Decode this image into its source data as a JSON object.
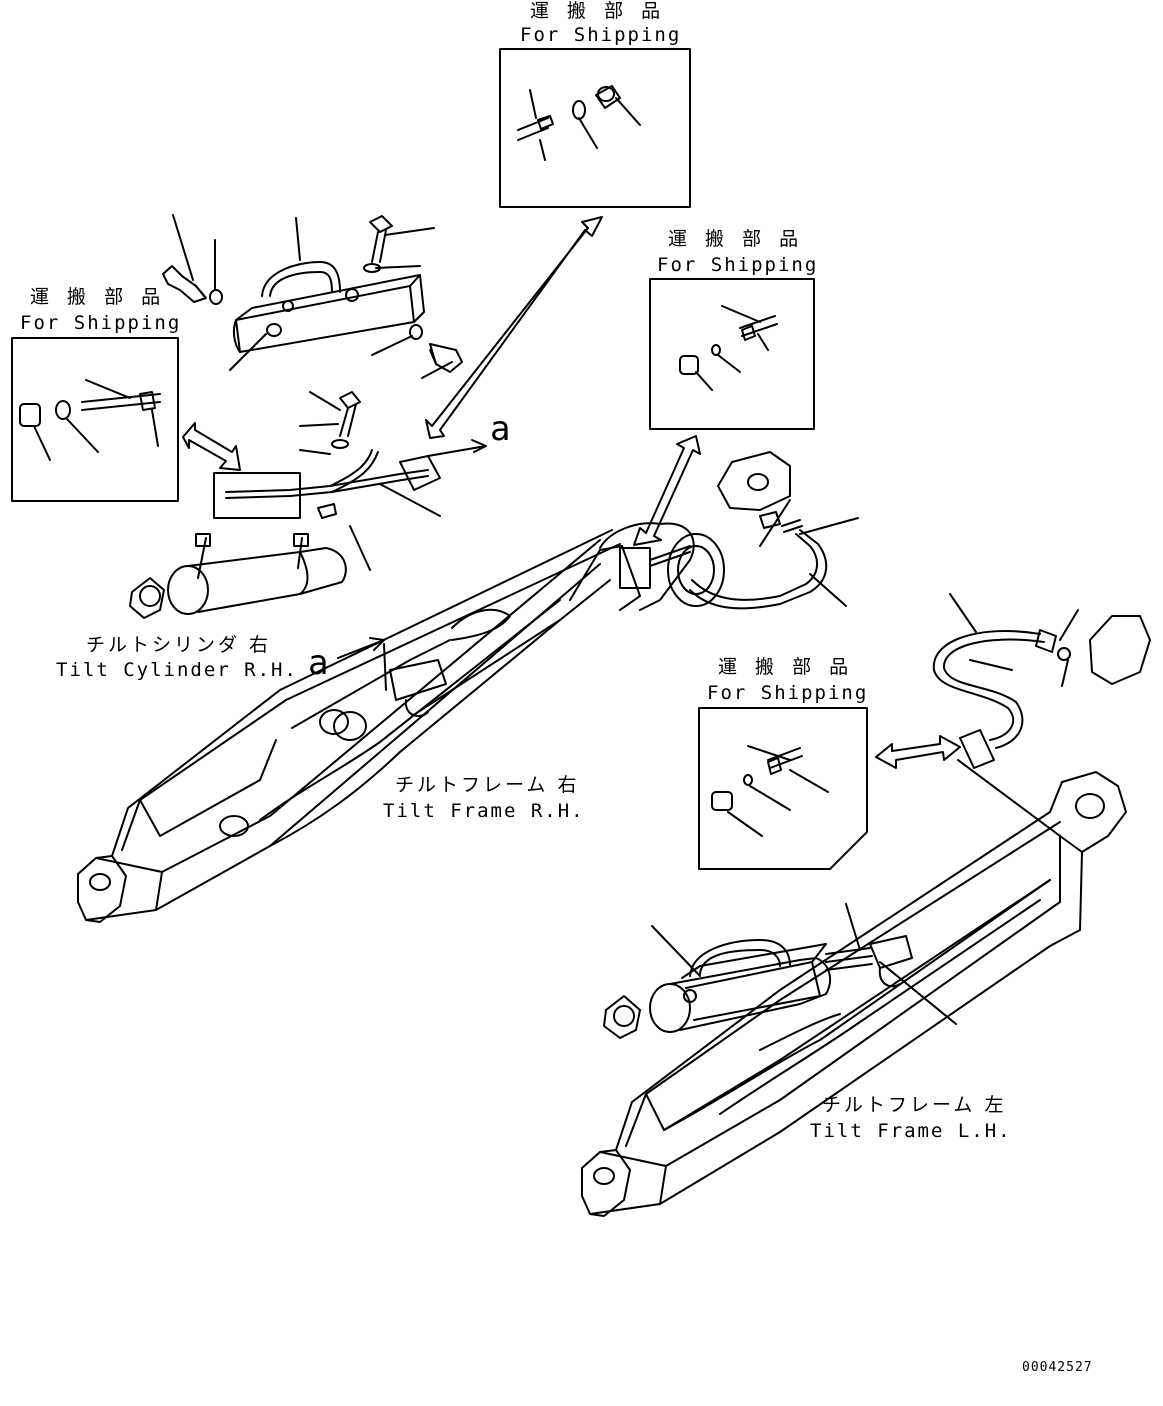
{
  "shipping_boxes": [
    {
      "jp": "運 搬 部 品",
      "en": "For Shipping"
    },
    {
      "jp": "運 搬 部 品",
      "en": "For Shipping"
    },
    {
      "jp": "運 搬 部 品",
      "en": "For Shipping"
    },
    {
      "jp": "運 搬 部 品",
      "en": "For Shipping"
    }
  ],
  "components": {
    "tilt_cylinder_rh": {
      "jp": "チルトシリンダ 右",
      "en": "Tilt Cylinder R.H."
    },
    "tilt_frame_rh": {
      "jp": "チルトフレーム 右",
      "en": "Tilt Frame R.H."
    },
    "tilt_frame_lh": {
      "jp": "チルトフレーム 左",
      "en": "Tilt Frame L.H."
    }
  },
  "view_marker": "a",
  "doc_number": "00042527"
}
